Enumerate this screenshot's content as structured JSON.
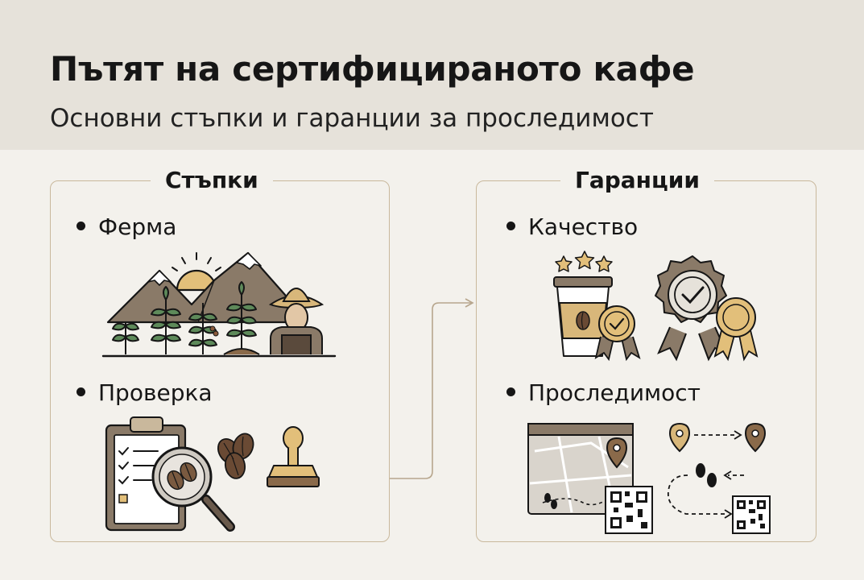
{
  "header": {
    "title": "Пътят на сертифицираното кафе",
    "subtitle": "Основни стъпки и гаранции за проследимост"
  },
  "steps": {
    "title": "Стъпки",
    "items": [
      {
        "label": "Ферма",
        "icon": "farm-scene-icon"
      },
      {
        "label": "Проверка",
        "icon": "inspection-icon"
      }
    ]
  },
  "guarantees": {
    "title": "Гаранции",
    "items": [
      {
        "label": "Качество",
        "icon": "quality-badge-icon"
      },
      {
        "label": "Проследимост",
        "icon": "traceability-map-icon"
      }
    ]
  },
  "colors": {
    "header_bg": "#e6e2da",
    "page_bg": "#f3f1ec",
    "border": "#c9b89c",
    "brown": "#8a7a68",
    "gold": "#e2bf7a",
    "green": "#5e8a5a"
  }
}
